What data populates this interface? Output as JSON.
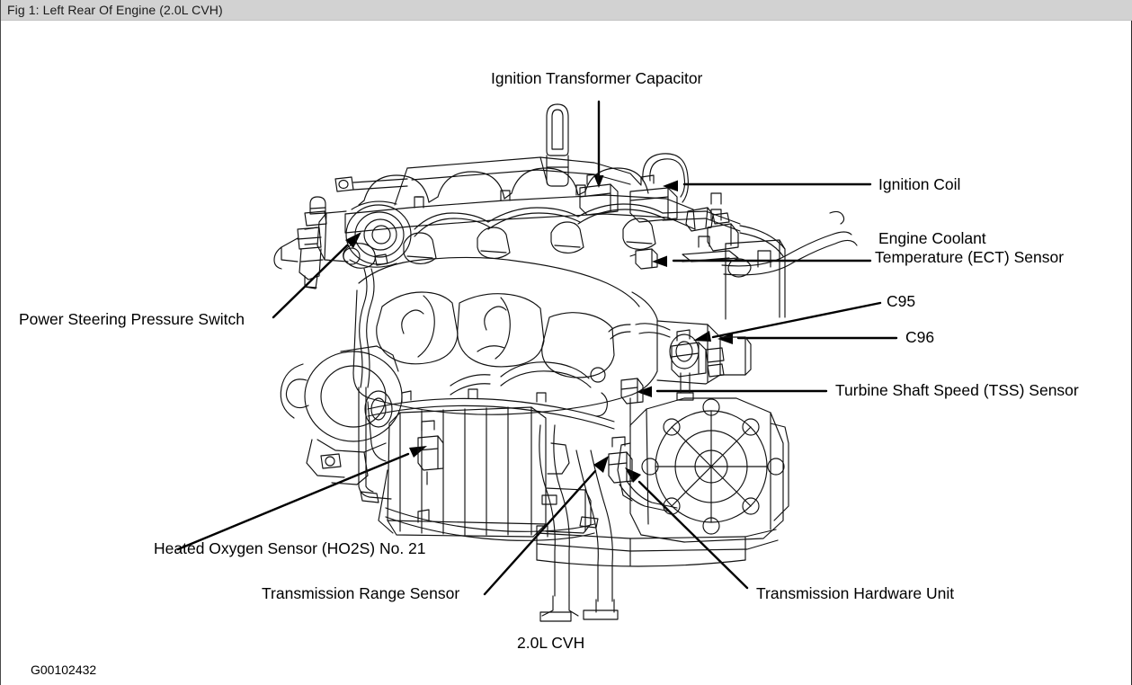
{
  "window": {
    "title": "Fig 1: Left Rear Of Engine (2.0L CVH)"
  },
  "figure": {
    "id_code": "G00102432",
    "caption": "2.0L CVH",
    "subject": "engine-left-rear-line-drawing",
    "engine": "2.0L CVH"
  },
  "labels": {
    "ignition_transformer_capacitor": "Ignition Transformer Capacitor",
    "ignition_coil": "Ignition Coil",
    "ect_sensor_line1": "Engine Coolant",
    "ect_sensor_line2": "Temperature (ECT) Sensor",
    "c95": "C95",
    "c96": "C96",
    "tss_sensor": "Turbine Shaft Speed (TSS) Sensor",
    "power_steering_pressure_switch": "Power Steering Pressure Switch",
    "ho2s_21": "Heated Oxygen Sensor (HO2S) No. 21",
    "transmission_range_sensor": "Transmission Range Sensor",
    "transmission_hardware_unit": "Transmission Hardware Unit"
  },
  "colors": {
    "titlebar_background": "#d2d2d2",
    "page_background": "#ffffff",
    "ink": "#000000",
    "line_art": "#1a1a1a"
  }
}
